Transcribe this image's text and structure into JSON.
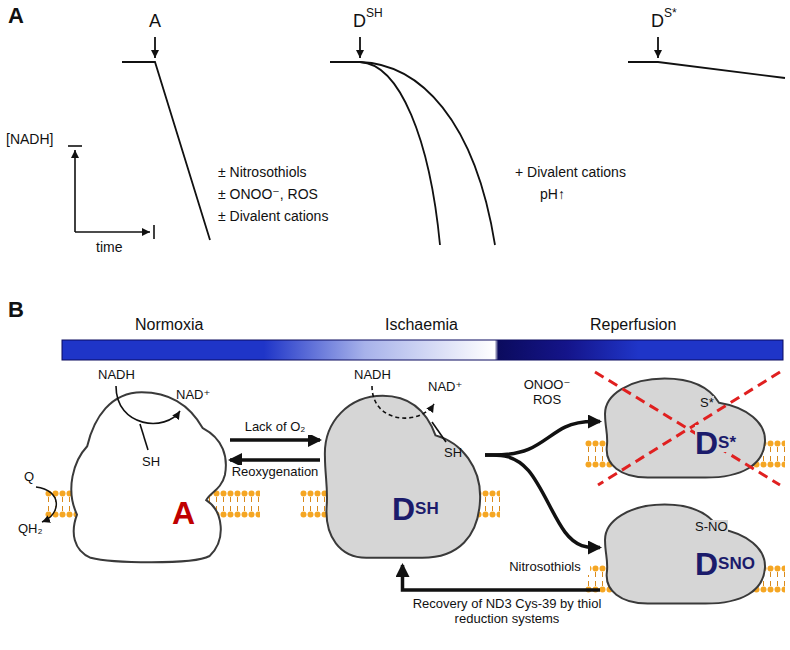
{
  "diagram": {
    "nodes": [
      {
        "text": [
          "A"
        ]
      },
      {
        "text": [
          "D",
          "SH"
        ]
      },
      {
        "text": [
          "D",
          "S*"
        ]
      },
      {
        "text": [
          "D",
          "SNO"
        ]
      }
    ],
    "edges": [
      {
        "from": 0,
        "to": 1,
        "arrow": "to",
        "label": "Lack of O₂"
      },
      {
        "from": 1,
        "to": 0,
        "arrow": "to",
        "label": "Reoxygenation"
      },
      {
        "from": 1,
        "to": 2,
        "arrow": "to",
        "label": "ONOO⁻ ROS"
      },
      {
        "from": 1,
        "to": 3,
        "arrow": "to",
        "label": "Nitrosothiols"
      },
      {
        "from": 3,
        "to": 1,
        "arrow": "to",
        "label": "Recovery of ND3 Cys-39 by thiol reduction systems"
      }
    ],
    "labels": [
      "A",
      "A",
      "D",
      "SH",
      "D",
      "S*",
      "[NADH]",
      "time",
      "± Nitrosothiols",
      "± ONOO⁻, ROS",
      "± Divalent cations",
      "+ Divalent cations",
      "pH↑",
      "B",
      "Normoxia",
      "Ischaemia",
      "Reperfusion",
      "NADH",
      "NAD⁺",
      "Q",
      "QH₂",
      "SH",
      "NADH",
      "NAD⁺",
      "SH",
      "S*",
      "S-NO"
    ]
  }
}
